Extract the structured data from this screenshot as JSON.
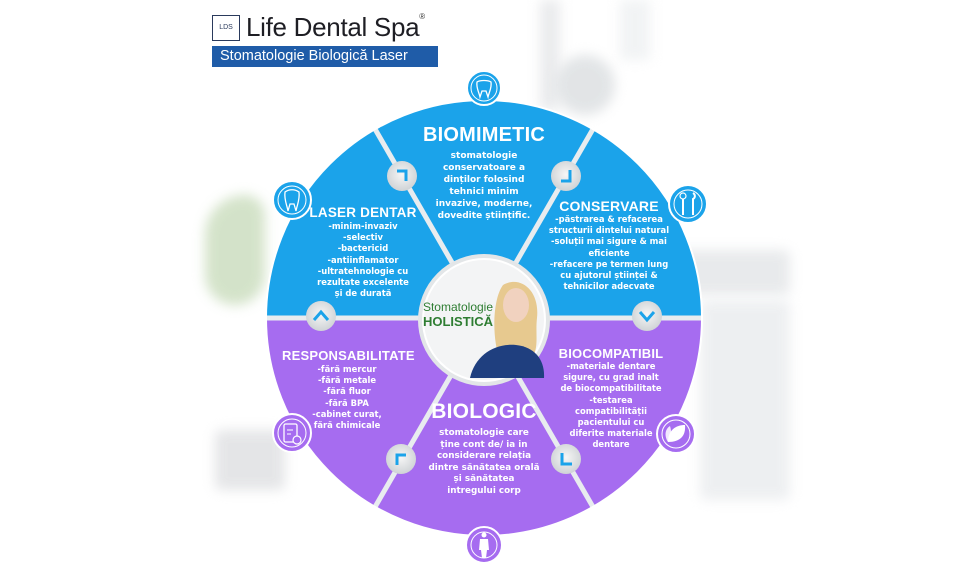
{
  "brand": {
    "badge": "LDS",
    "name": "Life Dental Spa",
    "registered": "®",
    "tagline": "Stomatologie Biologică Laser"
  },
  "center": {
    "line1": "Stomatologie",
    "line2": "HOLISTICĂ"
  },
  "colors": {
    "blue": "#1ba3ea",
    "purple": "#a66cf0",
    "brand_blue": "#1f5ca8",
    "center_green": "#2e7d32"
  },
  "segments": [
    {
      "id": "biomimetic",
      "title": "BIOMIMETIC",
      "icon": "tooth-sparkle-icon",
      "lines": [
        "stomatologie",
        "conservatoare a",
        "dinților folosind",
        "tehnici minim",
        "invazive, moderne,",
        "dovedite științific."
      ]
    },
    {
      "id": "conservare",
      "title": "CONSERVARE",
      "icon": "dental-tools-icon",
      "lines": [
        "-păstrarea & refacerea",
        "structurii dintelui natural",
        "-soluții mai sigure & mai",
        "eficiente",
        "-refacere pe termen lung",
        "cu ajutorul științei &",
        "tehnicilor adecvate"
      ]
    },
    {
      "id": "biocompatibil",
      "title": "BIOCOMPATIBIL",
      "icon": "leaf-icon",
      "lines": [
        "-materiale dentare",
        "sigure, cu grad inalt",
        "de biocompatibilitate",
        "-testarea compatibilității",
        "pacientului cu",
        "diferite materiale",
        "dentare"
      ]
    },
    {
      "id": "biologic",
      "title": "BIOLOGIC",
      "icon": "human-body-icon",
      "lines": [
        "stomatologie care",
        "ține cont de/ ia in",
        "considerare relația",
        "dintre sănătatea orală",
        "și sănătatea",
        "intregului corp"
      ]
    },
    {
      "id": "responsabilitate",
      "title": "RESPONSABILITATE",
      "icon": "clipboard-shield-icon",
      "lines": [
        "-fără mercur",
        "-fără metale",
        "-fără fluor",
        "-fără BPA",
        "-cabinet curat,",
        "fără chimicale"
      ]
    },
    {
      "id": "laser-dentar",
      "title": "LASER DENTAR",
      "icon": "tooth-icon",
      "lines": [
        "-minim-invaziv",
        "-selectiv",
        "-bactericid",
        "-antiinflamator",
        "-ultratehnologie cu",
        "rezultate excelente",
        "și de durată"
      ]
    }
  ]
}
